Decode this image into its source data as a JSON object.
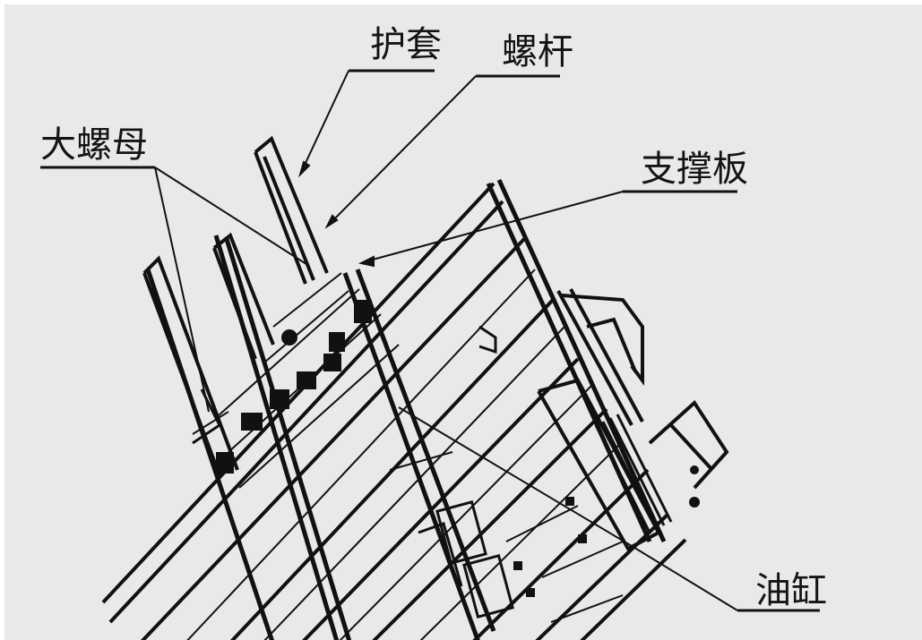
{
  "labels": {
    "hutao": "护套",
    "luogan": "螺杆",
    "daluomu": "大螺母",
    "zhichengban": "支撑板",
    "yougang": "油缸"
  }
}
